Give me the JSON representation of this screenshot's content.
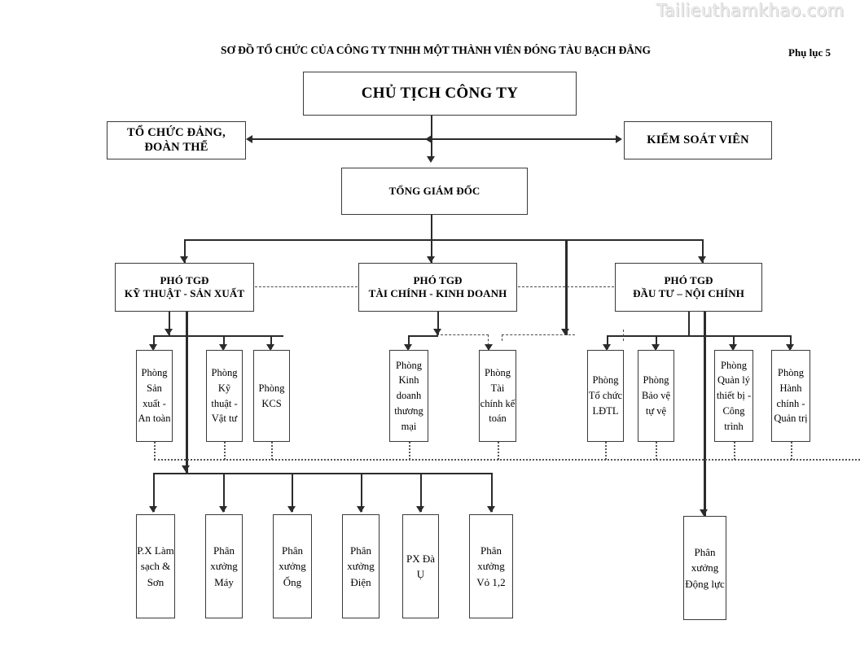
{
  "watermark": "Tailieuthamkhao.com",
  "header": {
    "title": "SƠ ĐỒ TỔ CHỨC CỦA CÔNG TY TNHH MỘT THÀNH VIÊN ĐÓNG TÀU BẠCH ĐẰNG",
    "appendix": "Phụ lục 5"
  },
  "chart_data": {
    "type": "diagram",
    "title": "SƠ ĐỒ TỔ CHỨC CỦA CÔNG TY TNHH MỘT THÀNH VIÊN ĐÓNG TÀU BẠCH ĐẰNG",
    "levels": [
      {
        "level": 1,
        "nodes": [
          {
            "id": "chairman",
            "label": "CHỦ TỊCH CÔNG TY"
          }
        ]
      },
      {
        "level": 2,
        "nodes": [
          {
            "id": "party",
            "label": "TỔ CHỨC ĐẢNG,\nĐOÀN THỂ"
          },
          {
            "id": "controller",
            "label": "KIỂM SOÁT VIÊN"
          }
        ]
      },
      {
        "level": 3,
        "nodes": [
          {
            "id": "gm",
            "label": "TỔNG GIÁM ĐỐC"
          }
        ]
      },
      {
        "level": 4,
        "nodes": [
          {
            "id": "dgm-tech",
            "label": "PHÓ TGĐ\nKỸ THUẬT - SẢN XUẤT"
          },
          {
            "id": "dgm-fin",
            "label": "PHÓ TGĐ\nTÀI CHÍNH - KINH DOANH"
          },
          {
            "id": "dgm-inv",
            "label": "PHÓ TGĐ\nĐẦU TƯ – NỘI CHÍNH"
          }
        ]
      },
      {
        "level": 5,
        "nodes": [
          {
            "id": "d1",
            "label": "Phòng Sản xuất - An toàn"
          },
          {
            "id": "d2",
            "label": "Phòng Kỹ thuật - Vật tư"
          },
          {
            "id": "d3",
            "label": "Phòng KCS"
          },
          {
            "id": "d4",
            "label": "Phòng Kinh doanh thương mại"
          },
          {
            "id": "d5",
            "label": "Phòng Tài chính kế toán"
          },
          {
            "id": "d6",
            "label": "Phòng Tổ chức LĐTL"
          },
          {
            "id": "d7",
            "label": "Phòng Bảo vệ tự vệ"
          },
          {
            "id": "d8",
            "label": "Phòng Quản lý thiết bị - Công trình"
          },
          {
            "id": "d9",
            "label": "Phòng Hành chính - Quản trị"
          }
        ]
      },
      {
        "level": 6,
        "nodes": [
          {
            "id": "w1",
            "label": "P.X Làm sạch & Sơn"
          },
          {
            "id": "w2",
            "label": "Phân xưởng Máy"
          },
          {
            "id": "w3",
            "label": "Phân xưởng Ống"
          },
          {
            "id": "w4",
            "label": "Phân xưởng Điện"
          },
          {
            "id": "w5",
            "label": "PX Đà Ụ"
          },
          {
            "id": "w6",
            "label": "Phân xưởng Vỏ 1,2"
          },
          {
            "id": "w7",
            "label": "Phân xưởng Động lực"
          }
        ]
      }
    ]
  },
  "nodes": {
    "chairman": {
      "line1": "CHỦ TỊCH CÔNG TY"
    },
    "party": {
      "line1": "TỔ CHỨC ĐẢNG,",
      "line2": "ĐOÀN THỂ"
    },
    "controller": {
      "line1": "KIỂM SOÁT VIÊN"
    },
    "gm": {
      "line1": "TỔNG GIÁM ĐỐC"
    },
    "dgm_tech": {
      "line1": "PHÓ TGĐ",
      "line2": "KỸ THUẬT - SẢN XUẤT"
    },
    "dgm_fin": {
      "line1": "PHÓ TGĐ",
      "line2": "TÀI CHÍNH - KINH DOANH"
    },
    "dgm_inv": {
      "line1": "PHÓ TGĐ",
      "line2": "ĐẦU TƯ – NỘI CHÍNH"
    },
    "dept1": {
      "text": "Phòng Sản xuất - An toàn"
    },
    "dept2": {
      "text": "Phòng Kỹ thuật - Vật tư"
    },
    "dept3": {
      "text": "Phòng KCS"
    },
    "dept4": {
      "text": "Phòng Kinh doanh thương mại"
    },
    "dept5": {
      "text": "Phòng Tài chính kế toán"
    },
    "dept6": {
      "text": "Phòng Tổ chức LĐTL"
    },
    "dept7": {
      "text": "Phòng Bảo vệ tự vệ"
    },
    "dept8": {
      "text": "Phòng Quản lý thiết bị - Công trình"
    },
    "dept9": {
      "text": "Phòng Hành chính - Quản trị"
    },
    "shop1": {
      "text": "P.X Làm sạch & Sơn"
    },
    "shop2": {
      "text": "Phân xưởng Máy"
    },
    "shop3": {
      "text": "Phân xưởng Ống"
    },
    "shop4": {
      "text": "Phân xưởng Điện"
    },
    "shop5": {
      "text": "PX Đà Ụ"
    },
    "shop6": {
      "text": "Phân xưởng Vỏ 1,2"
    },
    "shop7": {
      "text": "Phân xưởng Động lực"
    }
  }
}
